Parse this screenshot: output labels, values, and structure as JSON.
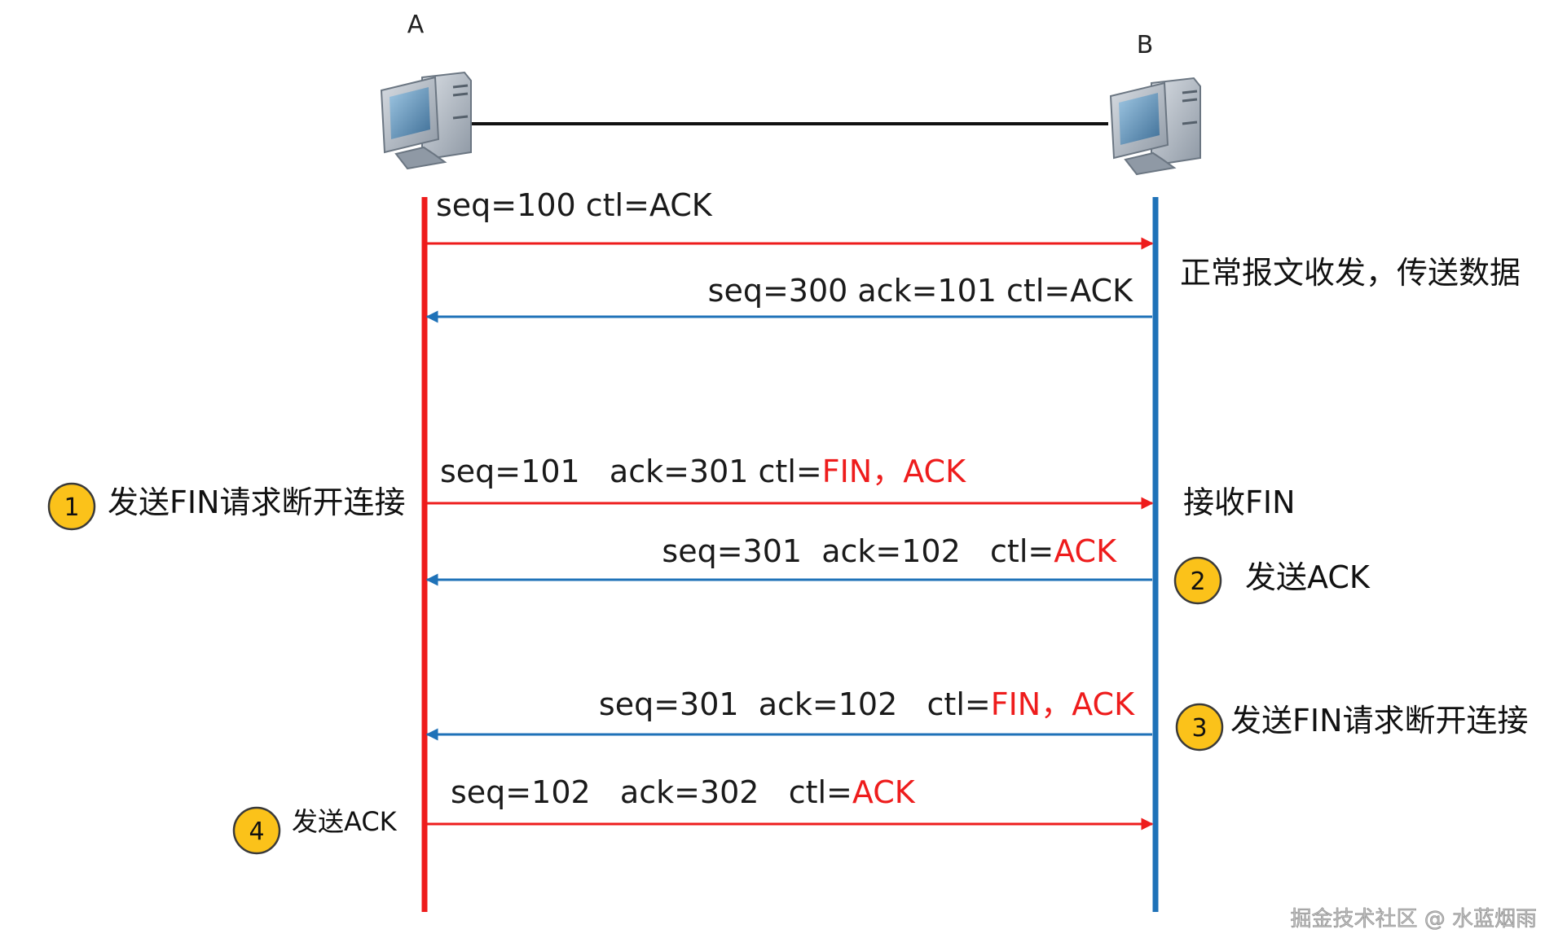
{
  "hosts": {
    "a": "A",
    "b": "B"
  },
  "colors": {
    "a_line": "#ee1c1c",
    "b_line": "#1f72b8",
    "highlight": "#ee1c1c",
    "badge_fill": "#fbc21a",
    "badge_stroke": "#3a3a3a"
  },
  "messages": [
    {
      "direction": "A->B",
      "parts": [
        {
          "text": "seq=100 ctl=ACK",
          "highlight": false
        }
      ]
    },
    {
      "direction": "B->A",
      "parts": [
        {
          "text": "seq=300 ack=101 ctl=ACK",
          "highlight": false
        }
      ]
    },
    {
      "direction": "A->B",
      "parts": [
        {
          "text": "seq=101   ack=301 ctl=",
          "highlight": false
        },
        {
          "text": "FIN，ACK",
          "highlight": true
        }
      ]
    },
    {
      "direction": "B->A",
      "parts": [
        {
          "text": "seq=301  ack=102   ctl=",
          "highlight": false
        },
        {
          "text": "ACK",
          "highlight": true
        }
      ]
    },
    {
      "direction": "B->A",
      "parts": [
        {
          "text": "seq=301  ack=102   ctl=",
          "highlight": false
        },
        {
          "text": "FIN，ACK",
          "highlight": true
        }
      ]
    },
    {
      "direction": "A->B",
      "parts": [
        {
          "text": "seq=102   ack=302   ctl=",
          "highlight": false
        },
        {
          "text": "ACK",
          "highlight": true
        }
      ]
    }
  ],
  "notes": {
    "normal_transfer": "正常报文收发，传送数据",
    "receive_fin": "接收FIN"
  },
  "steps": [
    {
      "num": "1",
      "text": "发送FIN请求断开连接"
    },
    {
      "num": "2",
      "text": "发送ACK"
    },
    {
      "num": "3",
      "text": "发送FIN请求断开连接"
    },
    {
      "num": "4",
      "text": "发送ACK"
    }
  ],
  "watermark": "掘金技术社区 @ 水蓝烟雨",
  "icons": {
    "host_a": "desktop-computer-icon",
    "host_b": "desktop-computer-icon"
  }
}
